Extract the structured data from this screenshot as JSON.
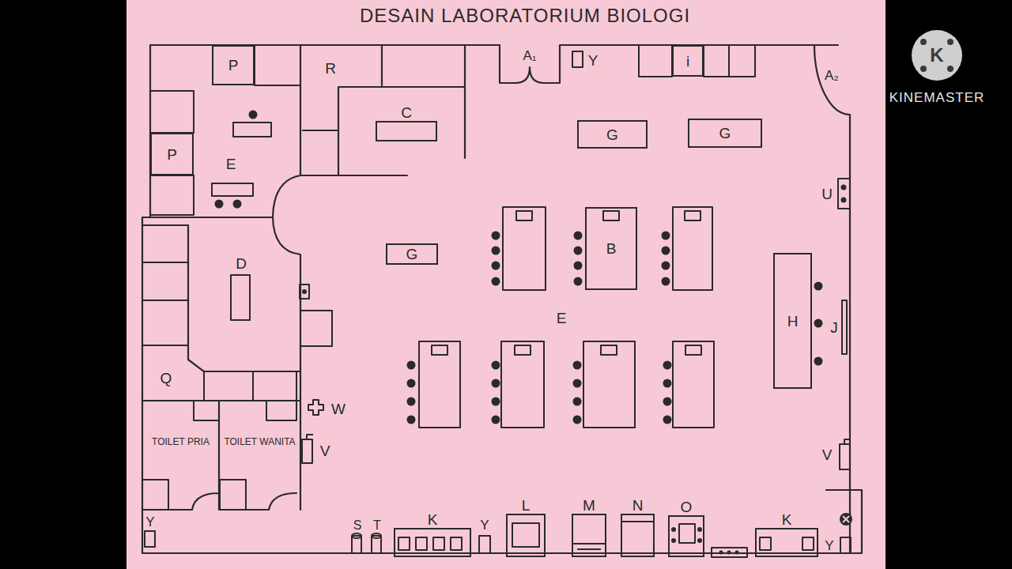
{
  "diagram": {
    "title": "DESAIN LABORATORIUM BIOLOGI",
    "nodes": [
      {
        "text": [
          "P"
        ]
      },
      {
        "text": [
          "P"
        ]
      },
      {
        "text": [
          "C"
        ]
      },
      {
        "text": [
          "G"
        ]
      },
      {
        "text": [
          "G"
        ]
      },
      {
        "text": [
          "G"
        ]
      },
      {
        "text": [
          "B"
        ]
      },
      {
        "text": [
          "H"
        ]
      },
      {
        "text": [
          "i"
        ]
      },
      {
        "text": [
          "TOILET PRIA"
        ]
      },
      {
        "text": [
          "TOILET WANITA"
        ]
      },
      {
        "text": [
          "L"
        ]
      },
      {
        "text": [
          "M"
        ]
      },
      {
        "text": [
          "N"
        ]
      },
      {
        "text": [
          "O"
        ]
      },
      {
        "text": [
          "K"
        ]
      },
      {
        "text": [
          "K"
        ]
      }
    ],
    "labels": [
      "R",
      "E",
      "A₁",
      "Y",
      "A₂",
      "U",
      "E",
      "J",
      "D",
      "Q",
      "W",
      "V",
      "V",
      "Y",
      "S",
      "T",
      "Y",
      "Y",
      "K",
      "KINEMASTER"
    ]
  }
}
